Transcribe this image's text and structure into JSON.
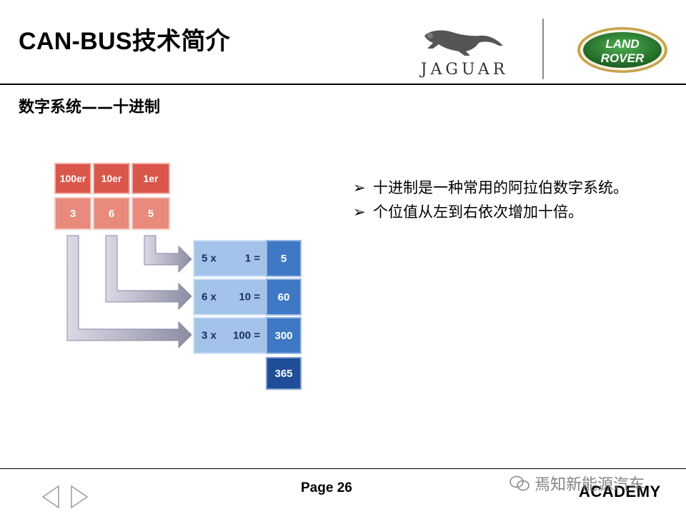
{
  "header": {
    "title": "CAN-BUS技术简介",
    "jaguar_text": "JAGUAR",
    "landrover_line1": "LAND",
    "landrover_line2": "ROVER"
  },
  "subtitle": "数字系统——十进制",
  "diagram": {
    "place_headers": [
      "100er",
      "10er",
      "1er"
    ],
    "digits": [
      "3",
      "6",
      "5"
    ],
    "rows": [
      {
        "mult": "5 x",
        "place": "1 =",
        "result": "5"
      },
      {
        "mult": "6 x",
        "place": "10 =",
        "result": "60"
      },
      {
        "mult": "3 x",
        "place": "100 =",
        "result": "300"
      }
    ],
    "total": "365"
  },
  "bullets": [
    {
      "marker": "➢",
      "text": "十进制是一种常用的阿拉伯数字系统。"
    },
    {
      "marker": "➢",
      "text": "个位值从左到右依次增加十倍。"
    }
  ],
  "footer": {
    "page": "Page 26",
    "academy": "ACADEMY",
    "watermark": "焉知新能源汽车"
  },
  "colors": {
    "red_header": "#d9574a",
    "red_value": "#e88a7c",
    "blue_row": "#a4c3ea",
    "blue_value": "#3f78c4",
    "blue_total": "#1f4d97",
    "landrover_green": "#2e7d32"
  }
}
